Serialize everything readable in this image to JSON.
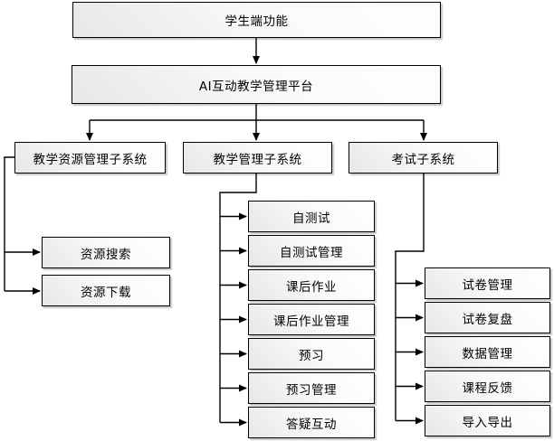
{
  "diagram": {
    "root": "学生端功能",
    "platform": "AI互动教学管理平台",
    "subsystems": [
      {
        "label": "教学资源管理子系统",
        "children": [
          "资源搜索",
          "资源下载"
        ]
      },
      {
        "label": "教学管理子系统",
        "children": [
          "自测试",
          "自测试管理",
          "课后作业",
          "课后作业管理",
          "预习",
          "预习管理",
          "答疑互动"
        ]
      },
      {
        "label": "考试子系统",
        "children": [
          "试卷管理",
          "试卷复盘",
          "数据管理",
          "课程反馈",
          "导入导出"
        ]
      }
    ],
    "colors": {
      "line": "#000000",
      "node_border": "#000000",
      "node_fill_dark": "#e7e7e7",
      "node_fill_light": "#ffffff",
      "background": "#ffffff"
    }
  }
}
